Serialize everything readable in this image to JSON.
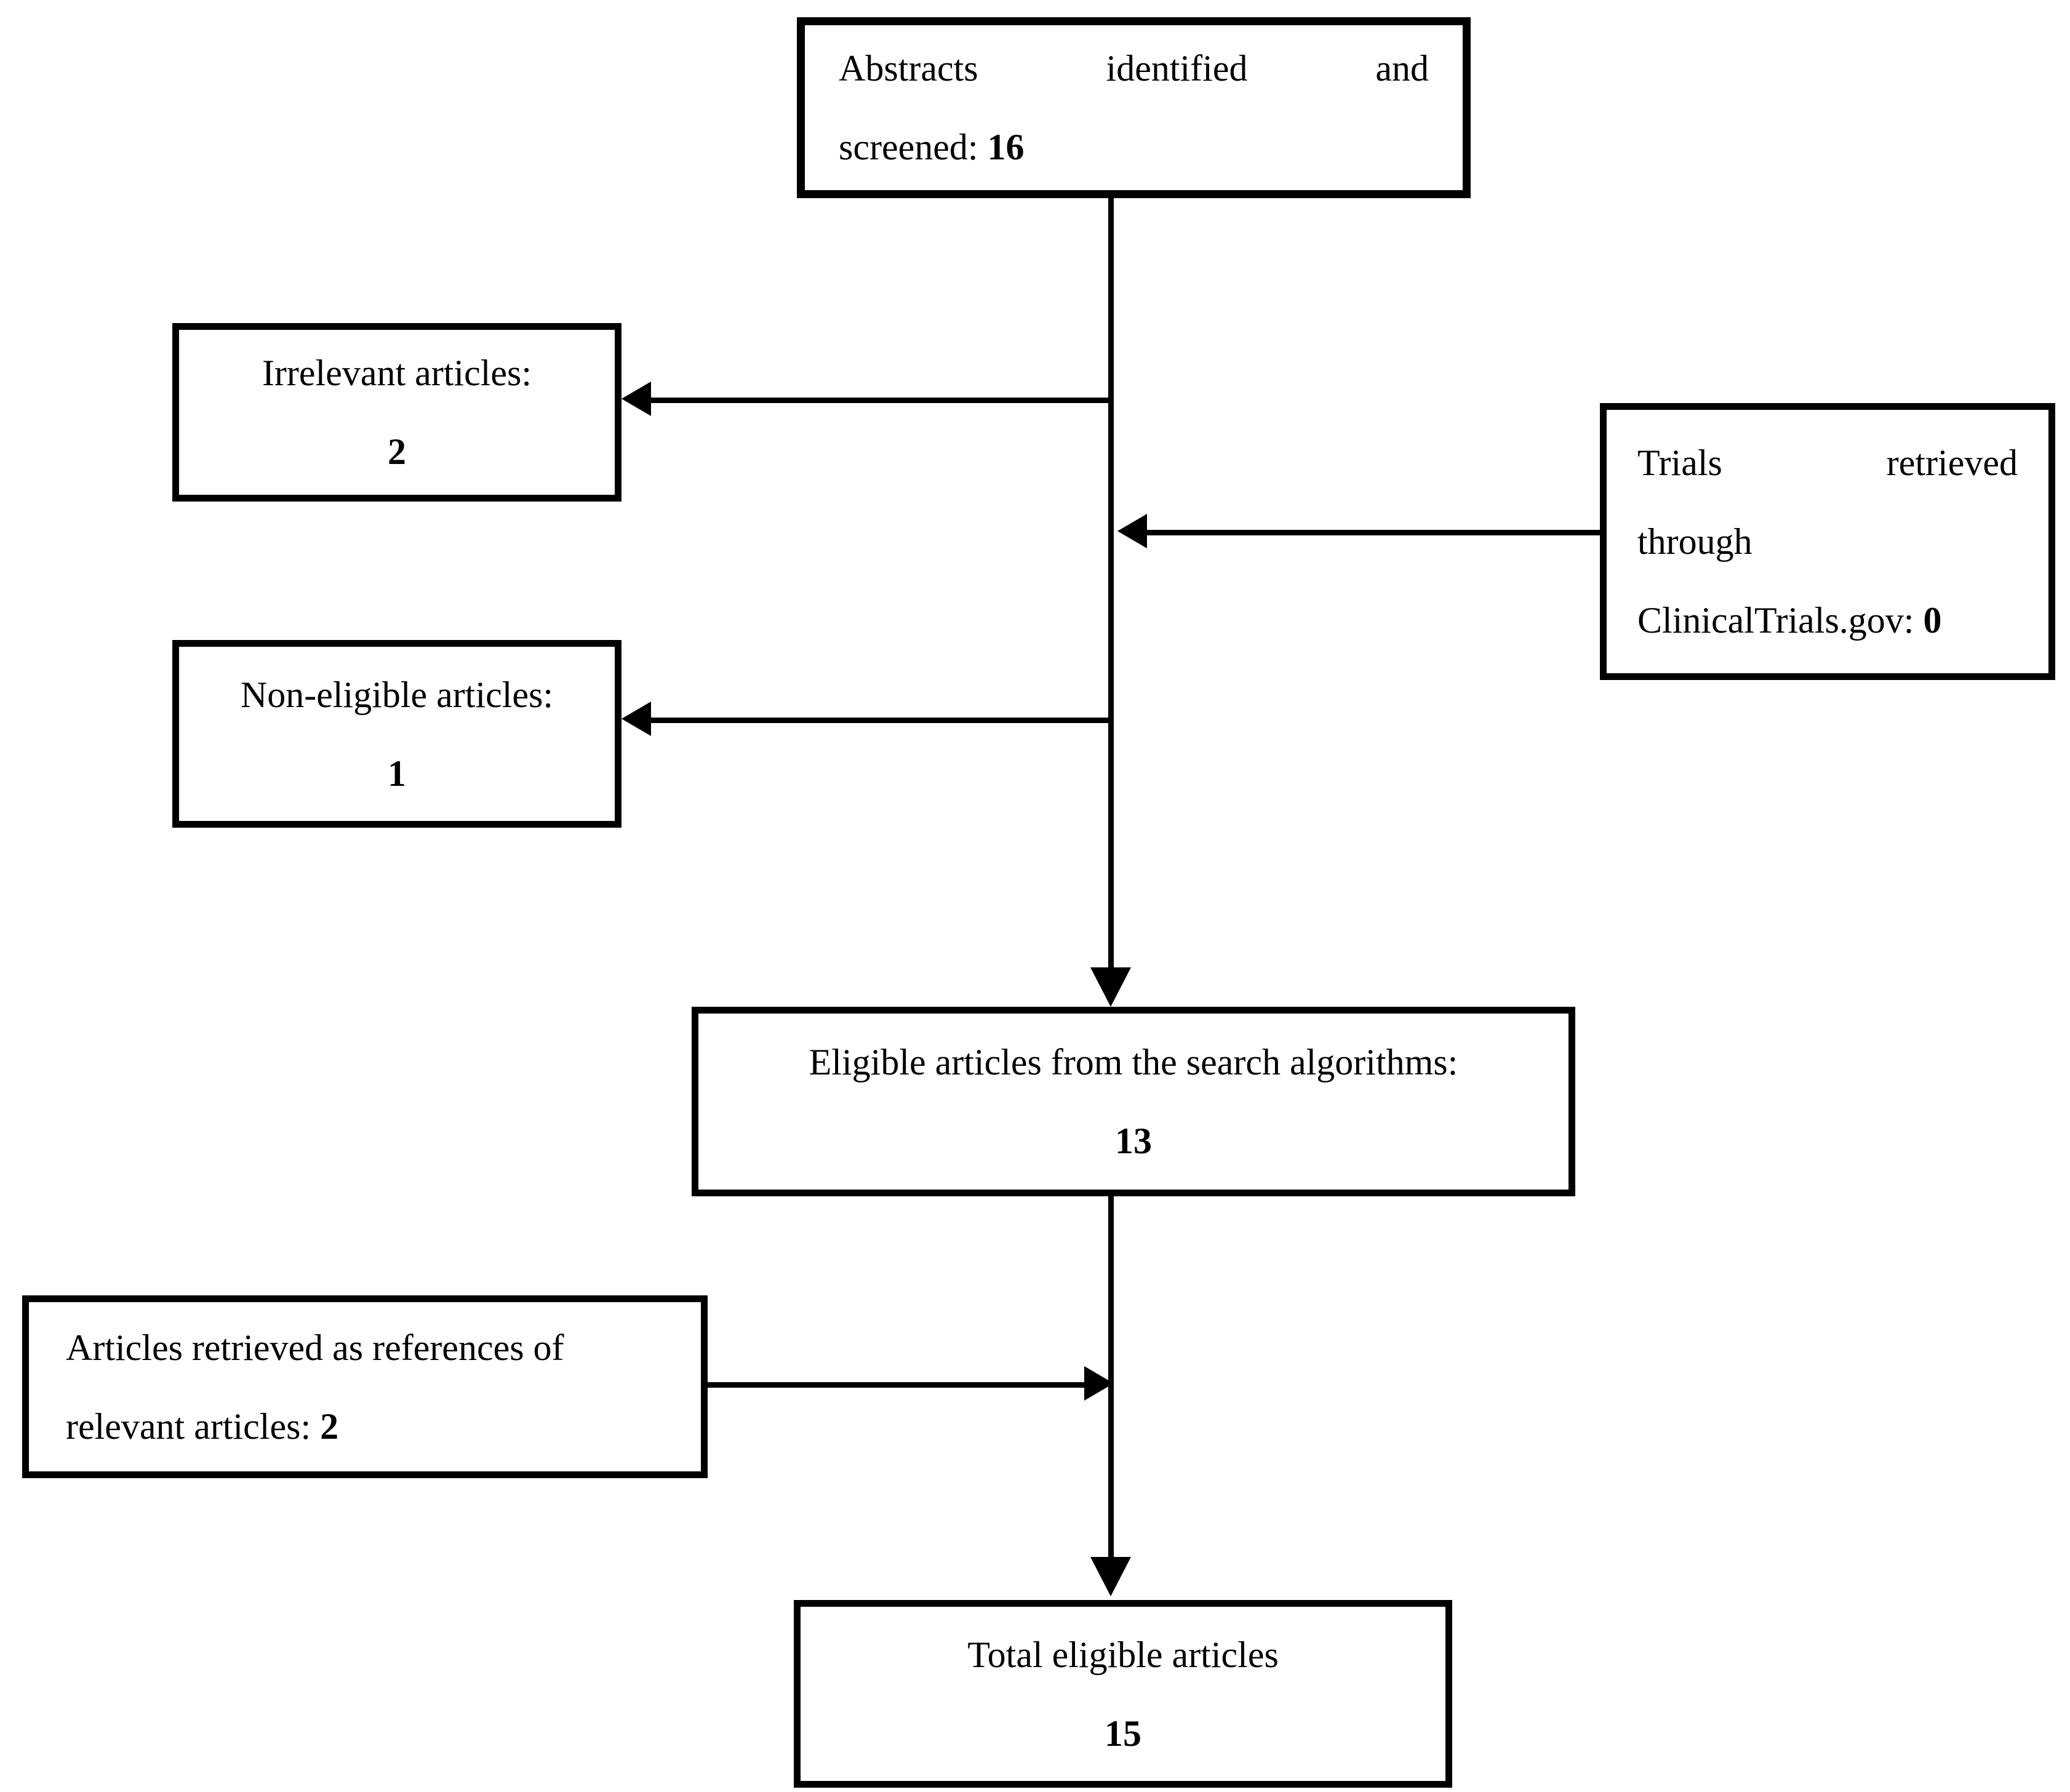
{
  "diagram": {
    "background_color": "#ffffff",
    "line_color": "#000000",
    "text_color": "#000000",
    "boxes": {
      "abstracts": {
        "line1": "Abstracts identified and",
        "line2_text": "screened: ",
        "line2_num": "16"
      },
      "irrelevant": {
        "line1": "Irrelevant articles:",
        "num": "2"
      },
      "trials": {
        "line1": "Trials retrieved",
        "line2": "through",
        "line3_text": "ClinicalTrials.gov: ",
        "line3_num": "0"
      },
      "non_eligible": {
        "line1": "Non-eligible articles:",
        "num": "1"
      },
      "eligible": {
        "line1": "Eligible articles from the search algorithms:",
        "num": "13"
      },
      "references": {
        "line1": "Articles retrieved as references of",
        "line2_text": "relevant articles: ",
        "line2_num": "2"
      },
      "total": {
        "line1": "Total eligible articles",
        "num": "15"
      }
    }
  }
}
